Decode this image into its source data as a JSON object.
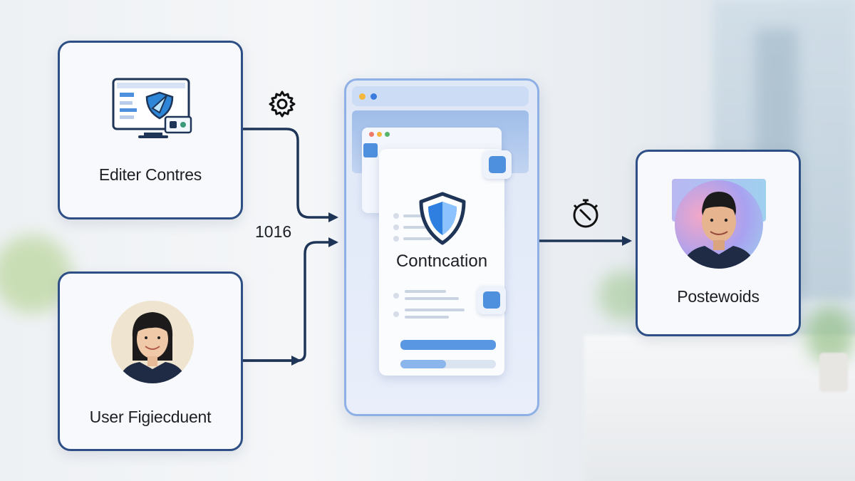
{
  "cards": {
    "editor": {
      "label": "Editer Contres"
    },
    "user": {
      "label": "User Figiecduent"
    },
    "post": {
      "label": "Postewoids"
    }
  },
  "main_panel": {
    "title": "Contncation"
  },
  "flow_label": "1016",
  "icons": {
    "editor": "monitor-shield-icon",
    "gear": "gear-icon",
    "timer": "timer-icon",
    "shield": "shield-icon"
  },
  "colors": {
    "card_border": "#2d4f86",
    "arrow": "#1e3557",
    "accent": "#4e90de",
    "panel_border": "#8fb0e4"
  }
}
